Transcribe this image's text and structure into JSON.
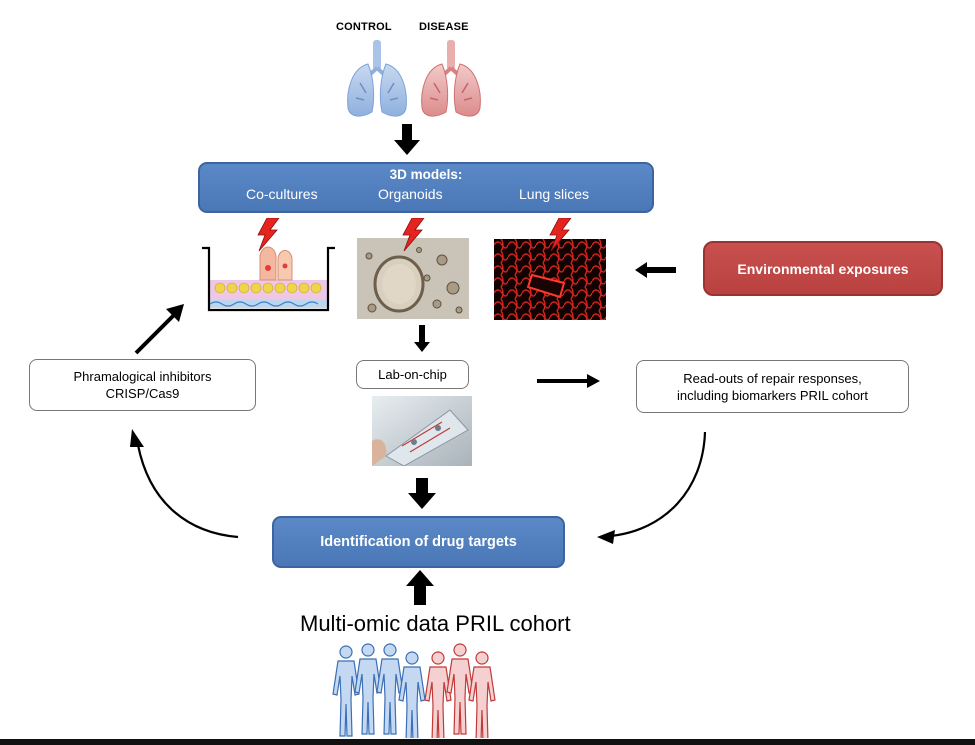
{
  "labels": {
    "control": "CONTROL",
    "disease": "DISEASE"
  },
  "models_box": {
    "title": "3D models:",
    "items": [
      "Co-cultures",
      "Organoids",
      "Lung slices"
    ]
  },
  "env_box": {
    "label": "Environmental exposures"
  },
  "inhibitors_box": {
    "line1": "Phramalogical inhibitors",
    "line2": "CRISP/Cas9"
  },
  "labchip_box": {
    "label": "Lab-on-chip"
  },
  "readout_box": {
    "line1": "Read-outs of repair responses,",
    "line2": "including biomarkers PRIL cohort"
  },
  "drug_box": {
    "label": "Identification of drug targets"
  },
  "omic_label": "Multi-omic data PRIL cohort",
  "colors": {
    "blue_box": "#4f7fc0",
    "red_box": "#c0494a",
    "control": "#7ea3d8",
    "disease": "#d98080"
  },
  "icons": [
    "lungs-control-icon",
    "lungs-disease-icon",
    "lightning-icon",
    "human-figure-icon"
  ]
}
